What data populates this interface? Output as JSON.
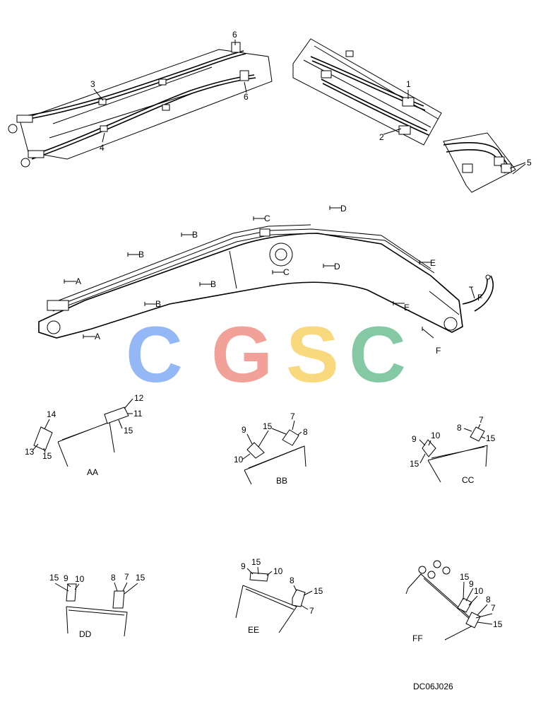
{
  "watermark": {
    "letters": [
      "C",
      "G",
      "S",
      "C"
    ],
    "colors": [
      "#8fb4f5",
      "#f29d94",
      "#f8d878",
      "#7fc7a0"
    ]
  },
  "callouts": {
    "n1": "1",
    "n2": "2",
    "n3": "3",
    "n4": "4",
    "n5": "5",
    "n6a": "6",
    "n6b": "6",
    "aa_14": "14",
    "aa_13": "13",
    "aa_15a": "15",
    "aa_12": "12",
    "aa_11": "11",
    "aa_15b": "15",
    "bb_9": "9",
    "bb_15": "15",
    "bb_10": "10",
    "bb_7": "7",
    "bb_8": "8",
    "cc_9": "9",
    "cc_10": "10",
    "cc_15a": "15",
    "cc_8": "8",
    "cc_7": "7",
    "cc_15b": "15",
    "dd_15a": "15",
    "dd_9": "9",
    "dd_10": "10",
    "dd_8": "8",
    "dd_7": "7",
    "dd_15b": "15",
    "ee_9": "9",
    "ee_15a": "15",
    "ee_10": "10",
    "ee_8": "8",
    "ee_15b": "15",
    "ee_7": "7",
    "ff_15": "15",
    "ff_9": "9",
    "ff_10": "10",
    "ff_8": "8",
    "ff_7": "7",
    "ff_15b": "15"
  },
  "section_markers": {
    "a1": "A",
    "a2": "A",
    "b1": "B",
    "b2": "B",
    "b3": "B",
    "b4": "B",
    "c1": "C",
    "c2": "C",
    "d1": "D",
    "d2": "D",
    "e1": "E",
    "e2": "E",
    "f1": "F",
    "f2": "F"
  },
  "section_views": {
    "aa": "AA",
    "bb": "BB",
    "cc": "CC",
    "dd": "DD",
    "ee": "EE",
    "ff": "FF"
  },
  "drawing_code": "DC06J026"
}
